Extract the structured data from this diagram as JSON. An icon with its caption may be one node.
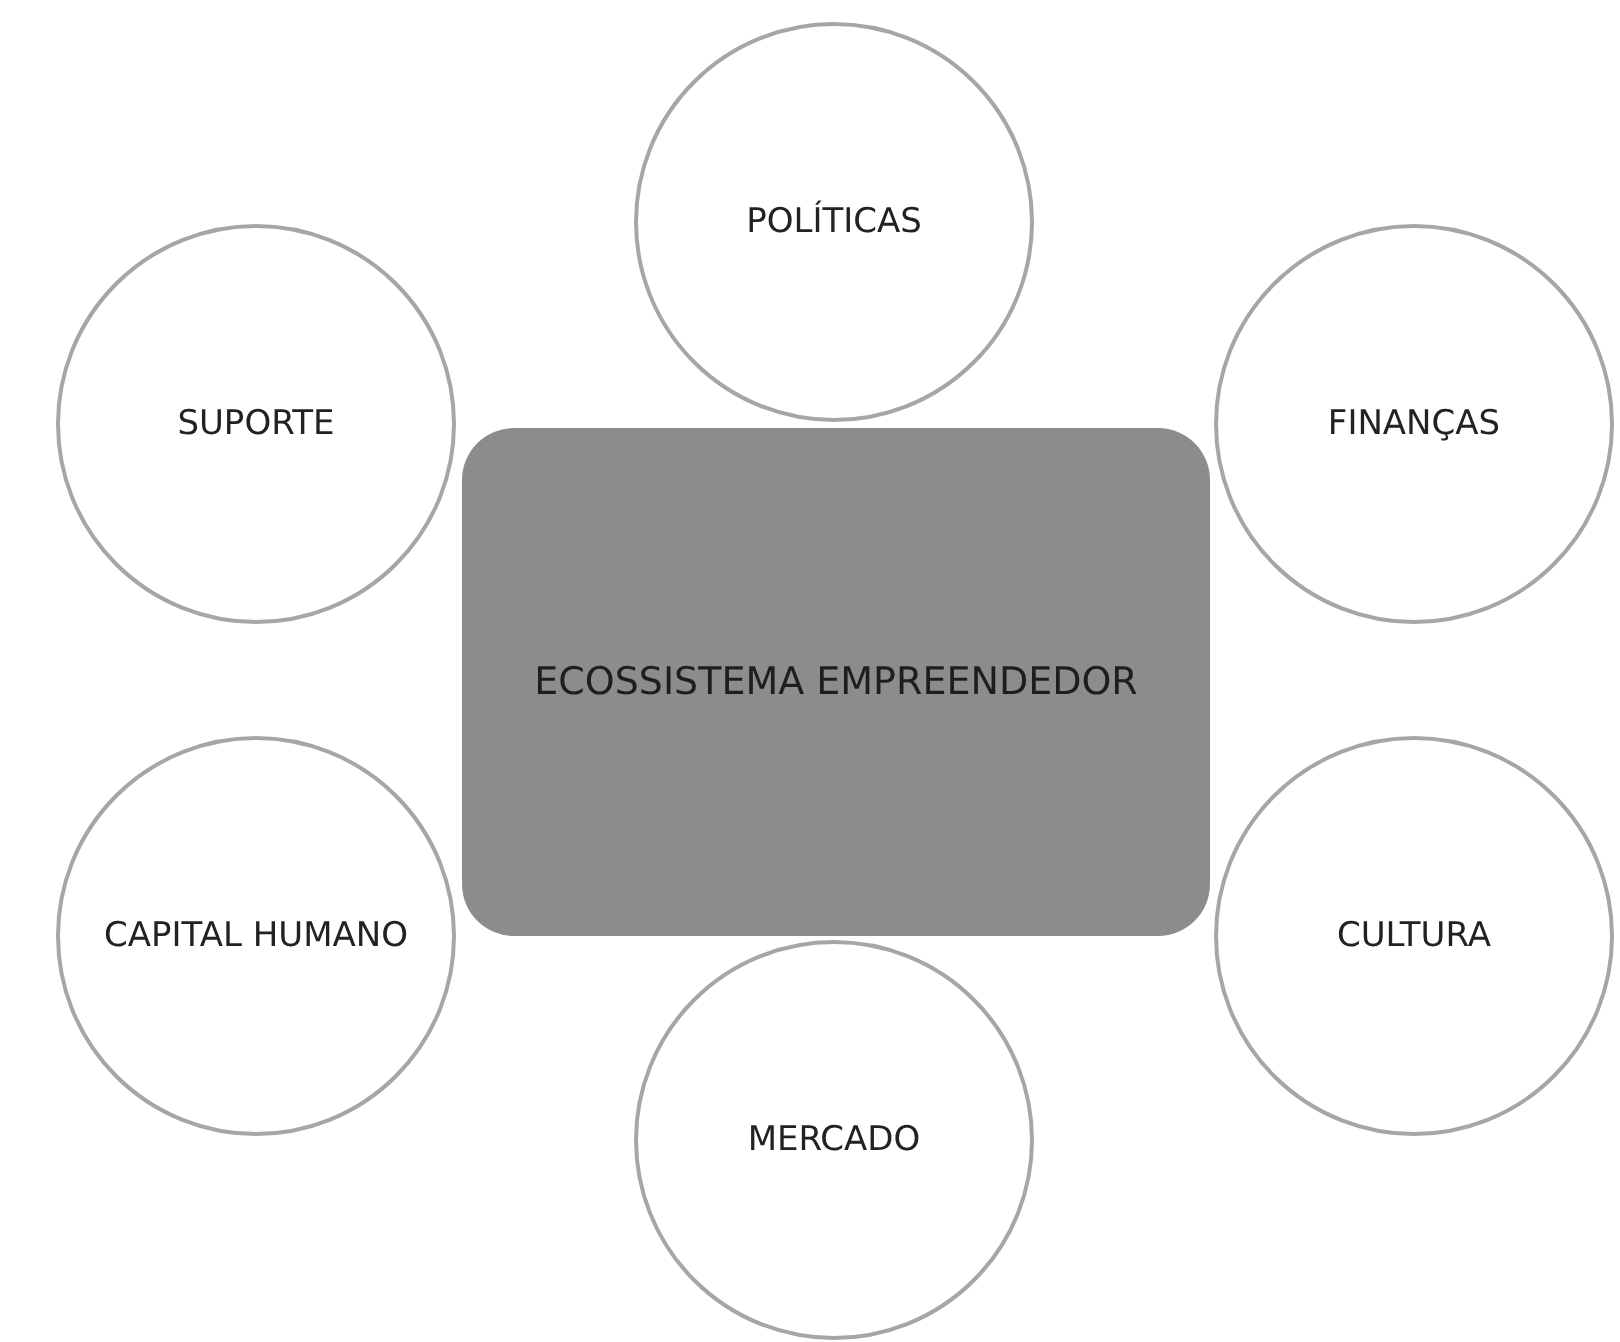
{
  "diagram": {
    "nodes": [
      {
        "text": [
          "ECOSSISTEMA EMPREENDEDOR"
        ]
      },
      {
        "text": [
          "POLÍTICAS"
        ]
      },
      {
        "text": [
          "SUPORTE"
        ]
      },
      {
        "text": [
          "FINANÇAS"
        ]
      },
      {
        "text": [
          "CAPITAL HUMANO"
        ]
      },
      {
        "text": [
          "CULTURA"
        ]
      },
      {
        "text": [
          "MERCADO"
        ]
      }
    ]
  }
}
